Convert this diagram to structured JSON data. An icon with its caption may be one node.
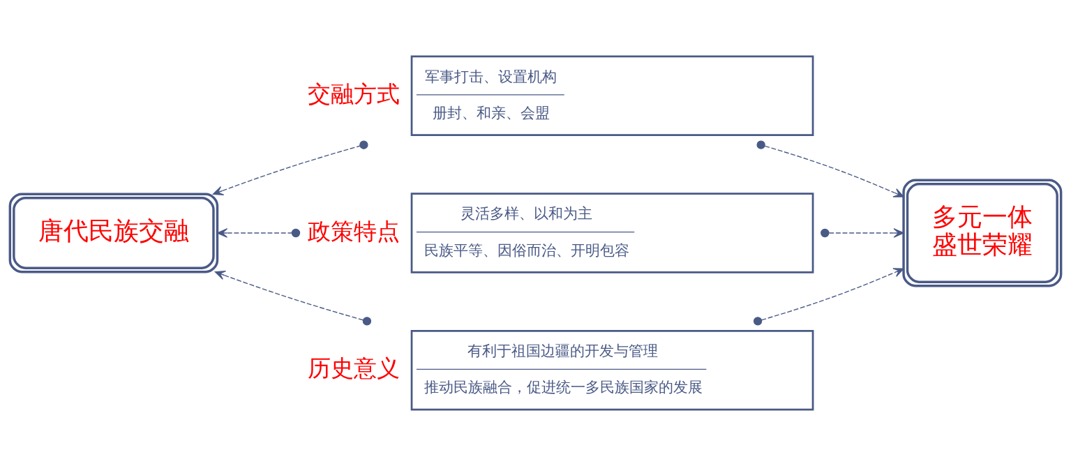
{
  "diagram": {
    "nodes": [
      {
        "text": [
          "唐代民族交融"
        ]
      },
      {
        "text": [
          "交融方式",
          "军事打击、设置机构",
          "册封、和亲、会盟"
        ]
      },
      {
        "text": [
          "政策特点",
          "灵活多样、以和为主",
          "民族平等、因俗而治、开明包容"
        ]
      },
      {
        "text": [
          "历史意义",
          "有利于祖国边疆的开发与管理",
          "推动民族融合，促进统一多民族国家的发展"
        ]
      },
      {
        "text": [
          "多元一体",
          "盛世荣耀"
        ]
      }
    ],
    "edges": [
      {
        "from": 1,
        "to": 0,
        "arrow": "to",
        "style": "dashed"
      },
      {
        "from": 2,
        "to": 0,
        "arrow": "to",
        "style": "dashed"
      },
      {
        "from": 3,
        "to": 0,
        "arrow": "to",
        "style": "dashed"
      },
      {
        "from": 1,
        "to": 4,
        "arrow": "to",
        "style": "dashed"
      },
      {
        "from": 2,
        "to": 4,
        "arrow": "to",
        "style": "dashed"
      },
      {
        "from": 3,
        "to": 4,
        "arrow": "to",
        "style": "dashed"
      }
    ]
  }
}
